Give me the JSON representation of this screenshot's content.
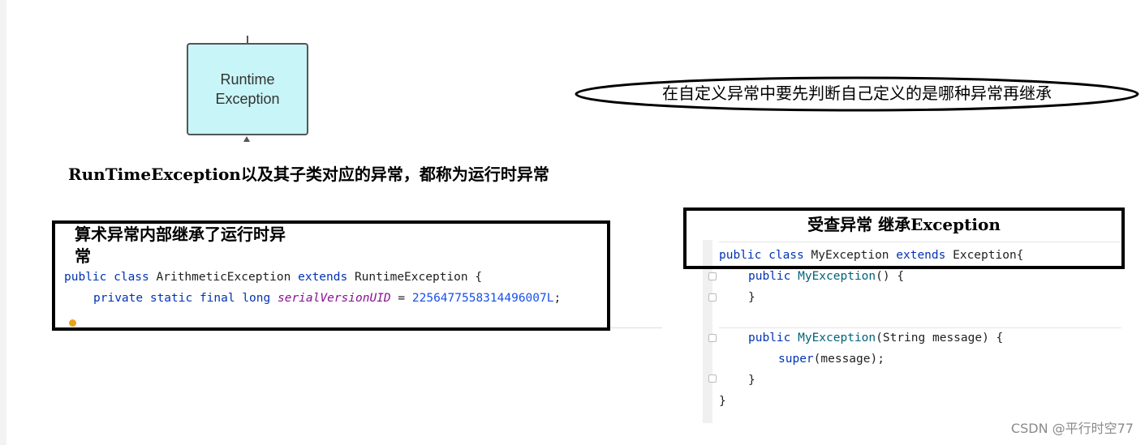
{
  "runtime_node": {
    "line1": "Runtime",
    "line2": "Exception"
  },
  "ellipse_note": "在自定义异常中要先判断自己定义的是哪种异常再继承",
  "caption": "RunTimeException以及其子类对应的异常，都称为运行时异常",
  "arithmetic_box": {
    "note": "算术异常内部继承了运行时异常",
    "code": {
      "line1": {
        "kw1": "public class ",
        "name": "ArithmeticException ",
        "kw2": "extends ",
        "rest": "RuntimeException {"
      },
      "line2": {
        "kw": "private static final long ",
        "field": "serialVersionUID",
        "eq": " = ",
        "num": "2256477558314496007L",
        "end": ";"
      }
    }
  },
  "checked_box": {
    "title": "受查异常 继承Exception",
    "code": {
      "l1": {
        "kw1": "public class ",
        "name": "MyException ",
        "kw2": "extends ",
        "rest": "Exception{"
      },
      "l2": {
        "kw": "public ",
        "name": "MyException",
        "rest": "() {"
      },
      "l3": "}",
      "l4": {
        "kw": "public ",
        "name": "MyException",
        "rest": "(String message) {"
      },
      "l5": {
        "kw": "super",
        "rest": "(message);"
      },
      "l6": "}",
      "l7": "}"
    }
  },
  "watermark": "CSDN @平行时空77"
}
